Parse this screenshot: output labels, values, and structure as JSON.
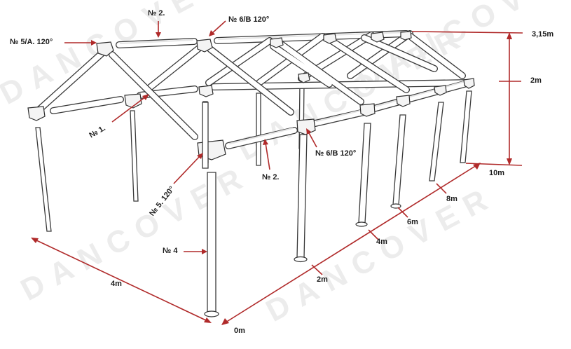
{
  "parts": {
    "p5a": "№ 5/A. 120°",
    "p2_top": "№ 2.",
    "p6b_top": "№ 6/B 120°",
    "p1": "№ 1.",
    "p5": "№ 5. 120°",
    "p2_mid": "№ 2.",
    "p6b_mid": "№ 6/B 120°",
    "p4": "№ 4"
  },
  "dimensions": {
    "height_total": "3,15m",
    "height_wall": "2m",
    "width": "4m",
    "length_0": "0m",
    "length_2": "2m",
    "length_4": "4m",
    "length_6": "6m",
    "length_8": "8m",
    "length_10": "10m"
  },
  "watermark": "DANCOVER",
  "colors": {
    "arrow": "#b02a2a",
    "frame_stroke": "#3a3a3a",
    "background": "#ffffff"
  }
}
